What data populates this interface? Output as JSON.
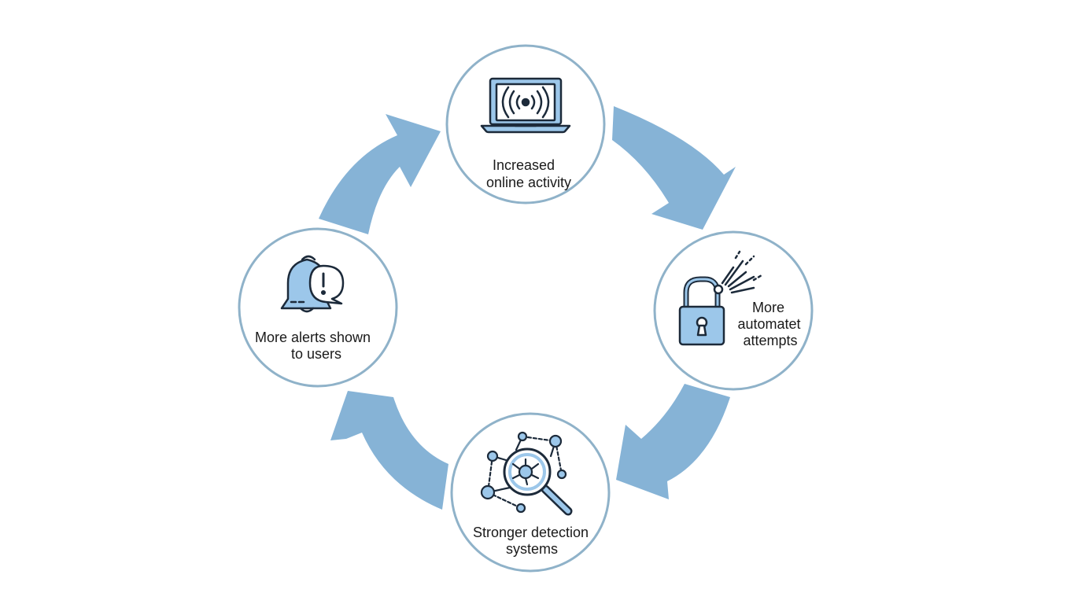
{
  "colors": {
    "arrow": "#86b3d6",
    "ring": "#8fb2c9",
    "icon_fill": "#9cc7ea",
    "icon_stroke": "#1c2a3a",
    "text": "#1a1a1a"
  },
  "nodes": {
    "top": {
      "line1": "Increased",
      "line2": "online activity",
      "icon": "laptop-signal-icon"
    },
    "right": {
      "line1": "More",
      "line2": "automatet",
      "line3": "attempts",
      "icon": "broken-padlock-icon"
    },
    "bottom": {
      "line1": "Stronger detection",
      "line2": "systems",
      "icon": "network-magnifier-icon"
    },
    "left": {
      "line1": "More alerts shown",
      "line2": "to users",
      "icon": "bell-alert-icon"
    }
  }
}
